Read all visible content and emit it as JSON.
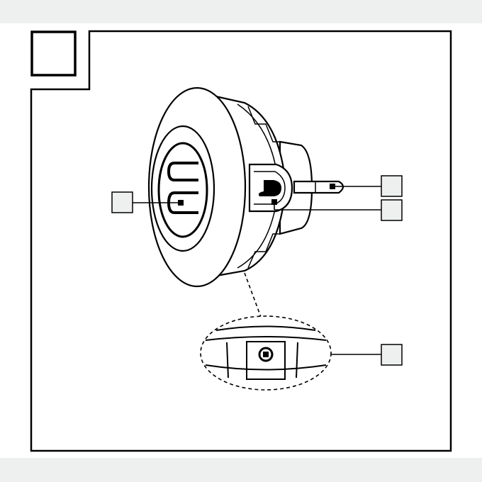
{
  "colors": {
    "line": "#000000",
    "callout_box_fill": "#eef0ef",
    "margin_band": "#eef0ef",
    "paper": "#ffffff"
  },
  "figure": {
    "callouts": [
      {
        "id": "callout-socket"
      },
      {
        "id": "callout-plug-pin"
      },
      {
        "id": "callout-button"
      },
      {
        "id": "callout-led"
      }
    ]
  }
}
